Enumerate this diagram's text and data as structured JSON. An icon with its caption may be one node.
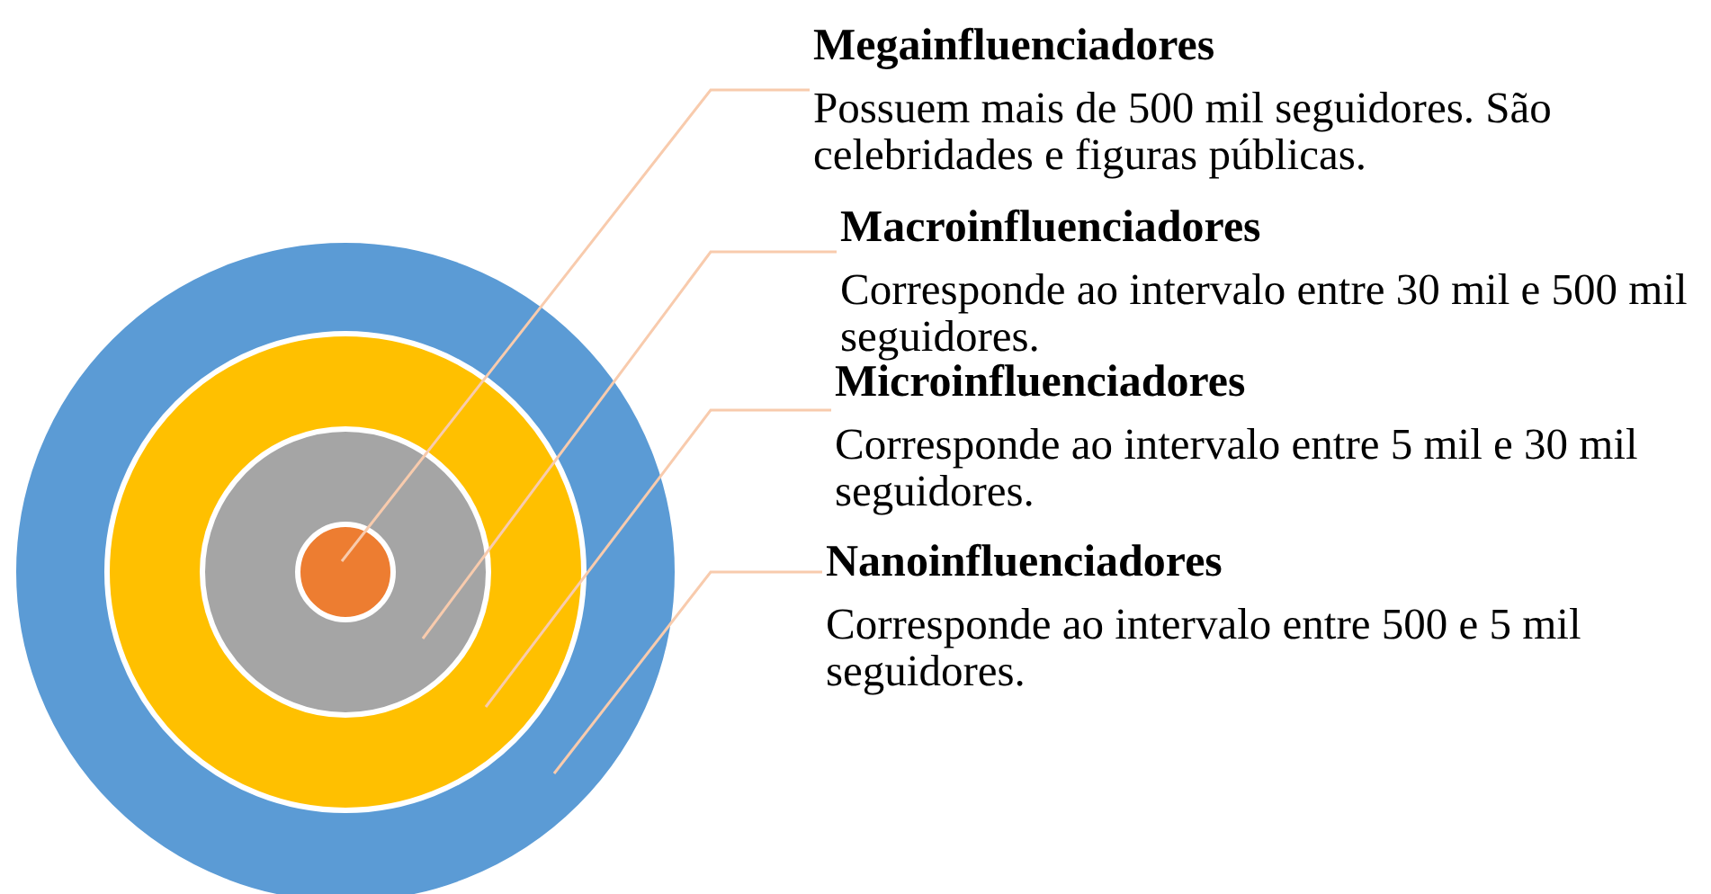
{
  "diagram": {
    "nodes": [
      {
        "text": [],
        "shape": "circle"
      },
      {
        "text": [],
        "shape": "circle",
        "in": 0
      },
      {
        "text": [],
        "shape": "circle",
        "in": 1
      },
      {
        "text": [],
        "shape": "circle",
        "in": 2
      },
      {
        "text": [
          "Megainfluenciadores",
          "Possuem mais de 500 mil seguidores. São celebridades e figuras públicas."
        ]
      },
      {
        "text": [
          "Macroinfluenciadores",
          "Corresponde ao intervalo entre 30 mil e 500 mil seguidores."
        ]
      },
      {
        "text": [
          "Microinfluenciadores",
          "Corresponde ao intervalo entre 5 mil e 30 mil seguidores."
        ]
      },
      {
        "text": [
          "Nanoinfluenciadores",
          "Corresponde ao intervalo entre 500 e 5 mil seguidores."
        ]
      }
    ],
    "edges": [
      {
        "from": 4,
        "to": 3,
        "arrow": "none"
      },
      {
        "from": 5,
        "to": 2,
        "arrow": "none"
      },
      {
        "from": 6,
        "to": 1,
        "arrow": "none"
      },
      {
        "from": 7,
        "to": 0,
        "arrow": "none"
      }
    ]
  }
}
